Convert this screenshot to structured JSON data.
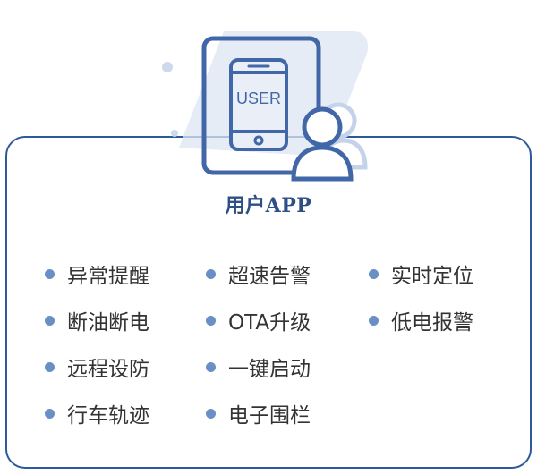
{
  "hero": {
    "phone_label": "USER",
    "icon_color": "#4167a8",
    "light_color": "#c5d3ea"
  },
  "app_title": "用户APP",
  "features": [
    {
      "label": "异常提醒"
    },
    {
      "label": "超速告警"
    },
    {
      "label": "实时定位"
    },
    {
      "label": "断油断电"
    },
    {
      "label": "OTA升级"
    },
    {
      "label": "低电报警"
    },
    {
      "label": "远程设防"
    },
    {
      "label": "一键启动"
    },
    {
      "label": ""
    },
    {
      "label": "行车轨迹"
    },
    {
      "label": "电子围栏"
    },
    {
      "label": ""
    }
  ],
  "colors": {
    "border": "#2f5a9a",
    "bullet": "#6a8fc4",
    "text": "#333333",
    "title": "#2e4f86"
  }
}
